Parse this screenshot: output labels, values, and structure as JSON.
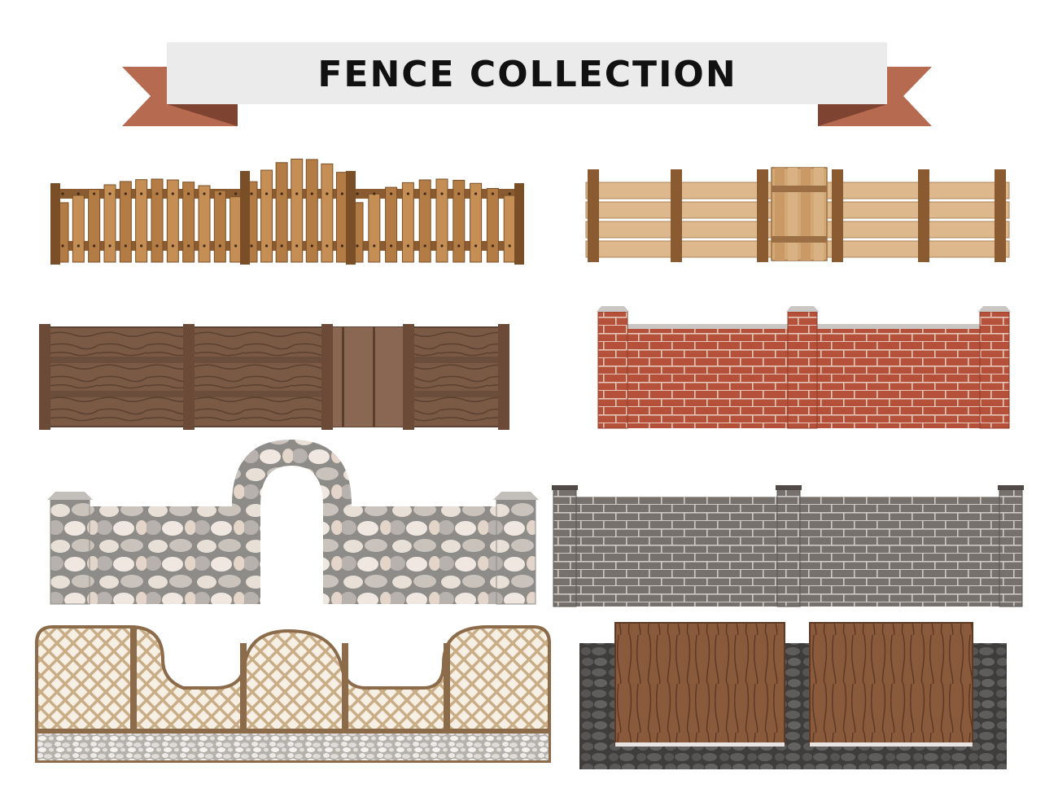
{
  "banner": {
    "title": "FENCE COLLECTION",
    "ribbon_color": "#ecebeb",
    "tail_color": "#b66a4f",
    "tail_shadow": "#7f4431"
  },
  "fences": [
    {
      "name": "wooden-picket-fence",
      "material": "wood",
      "color": "#b37c45"
    },
    {
      "name": "wooden-plank-fence",
      "material": "wood",
      "color": "#d9b284"
    },
    {
      "name": "dark-wood-fence",
      "material": "wood",
      "color": "#7a5a45"
    },
    {
      "name": "red-brick-fence",
      "material": "brick",
      "color": "#b5503a"
    },
    {
      "name": "stone-arch-fence",
      "material": "stone",
      "color": "#a8a49e"
    },
    {
      "name": "gray-brick-fence",
      "material": "brick",
      "color": "#77716e"
    },
    {
      "name": "lattice-fence",
      "material": "lattice",
      "color": "#d9c2a2"
    },
    {
      "name": "stone-wood-fence",
      "material": "stone-and-wood",
      "color": "#4f4d4c"
    }
  ]
}
